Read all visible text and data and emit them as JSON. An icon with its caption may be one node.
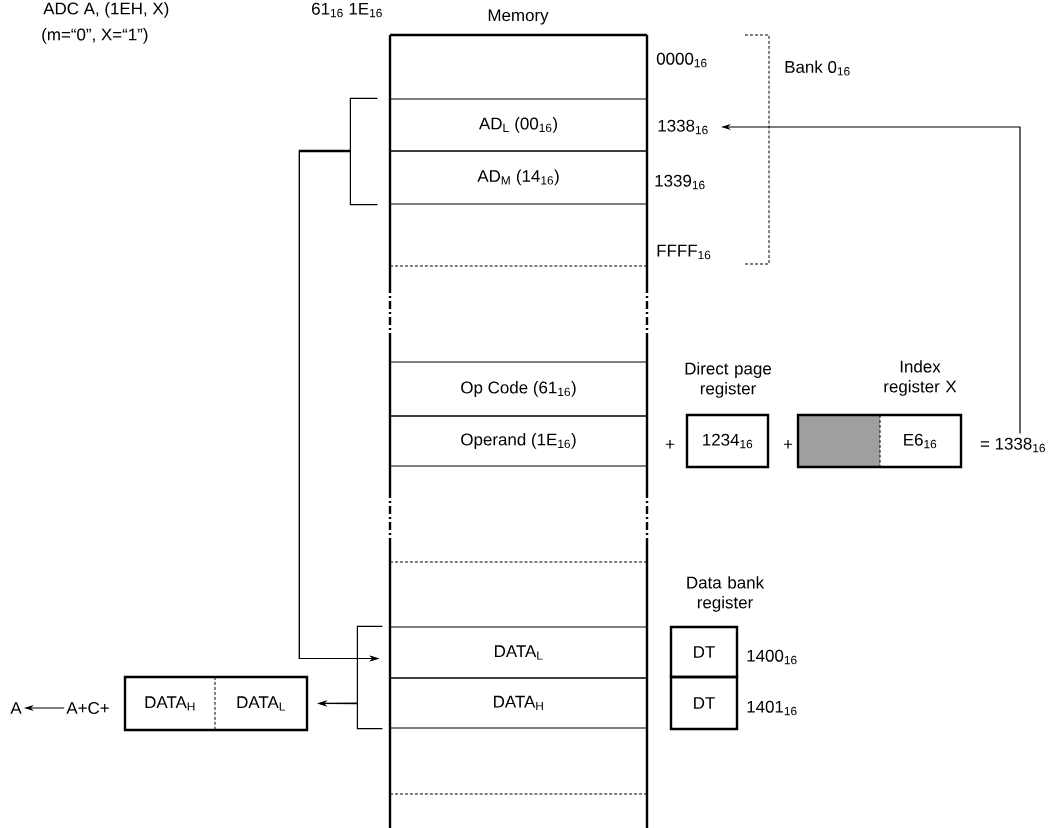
{
  "diagram": {
    "nodes": [
      {
        "text": [
          "Memory"
        ]
      },
      {
        "text": [
          "AD$_{L}$ (00$_{16}$)"
        ],
        "in": 0
      },
      {
        "text": [
          "AD$_{M}$ (14$_{16}$)"
        ],
        "in": 0
      },
      {
        "text": [
          "Op Code (61$_{16}$)"
        ],
        "in": 0
      },
      {
        "text": [
          "Operand (1E$_{16}$)"
        ],
        "in": 0
      },
      {
        "text": [
          "DATA$_{L}$"
        ],
        "in": 0
      },
      {
        "text": [
          "DATA$_{H}$"
        ],
        "in": 0
      },
      {
        "text": [
          "Direct page register",
          "1234$_{16}$"
        ]
      },
      {
        "text": [
          "Index register X",
          "E6$_{16}$"
        ]
      },
      {
        "text": [
          "Data bank register",
          "DT"
        ]
      },
      {
        "text": [
          "DT"
        ]
      },
      {
        "text": [
          "DATA$_{H}$",
          "DATA$_{L}$"
        ]
      },
      {
        "text": [
          "A+C+"
        ]
      },
      {
        "text": [
          "A"
        ]
      },
      {
        "text": [
          "= 1338$_{16}$"
        ]
      },
      {
        "text": [
          "1338$_{16}$"
        ]
      }
    ],
    "edges": [
      {
        "from": 1,
        "to": 5,
        "arrow": "to"
      },
      {
        "from": 2,
        "to": 5,
        "arrow": "to"
      },
      {
        "from": 5,
        "to": 11,
        "arrow": "to"
      },
      {
        "from": 6,
        "to": 11,
        "arrow": "to"
      },
      {
        "from": 12,
        "to": 13,
        "arrow": "to"
      },
      {
        "from": 14,
        "to": 15,
        "arrow": "to"
      }
    ],
    "labels": [
      "ADC A, (1EH, X)",
      "61$_{16}$ 1E$_{16}$",
      "(m=“0”, X=“1”)",
      "0000$_{16}$",
      "Bank 0$_{16}$",
      "1339$_{16}$",
      "FFFF$_{16}$",
      "+",
      "+",
      "1400$_{16}$",
      "1401$_{16}$"
    ]
  }
}
